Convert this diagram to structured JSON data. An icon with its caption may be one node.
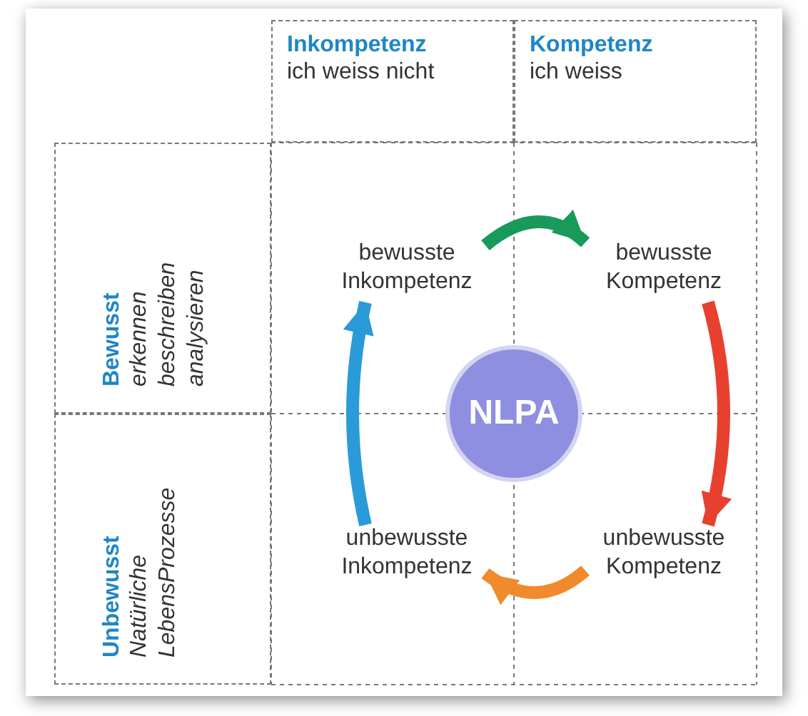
{
  "diagram": {
    "nodes": [
      {
        "text": [
          "Inkompetenz",
          "ich weiss nicht"
        ]
      },
      {
        "text": [
          "Kompetenz",
          "ich weiss"
        ]
      },
      {
        "text": [
          "Bewusst",
          "erkennen beschreiben analysieren"
        ]
      },
      {
        "text": [
          "bewusste Inkompetenz"
        ]
      },
      {
        "text": [
          "bewusste Kompetenz"
        ]
      },
      {
        "text": [
          "Unbewusst",
          "Natürliche LebensProzesse"
        ]
      },
      {
        "text": [
          "unbewusste Inkompetenz"
        ]
      },
      {
        "text": [
          "unbewusste Kompetenz"
        ]
      },
      {
        "text": [
          "NLPA"
        ]
      }
    ],
    "edges": [
      {
        "from": 3,
        "to": 4,
        "arrow": "to",
        "color": "#1a9a5a"
      },
      {
        "from": 4,
        "to": 7,
        "arrow": "to",
        "color": "#e8402f"
      },
      {
        "from": 7,
        "to": 6,
        "arrow": "to",
        "color": "#f08a2c"
      },
      {
        "from": 6,
        "to": 3,
        "arrow": "to",
        "color": "#2a9bd8"
      }
    ]
  }
}
